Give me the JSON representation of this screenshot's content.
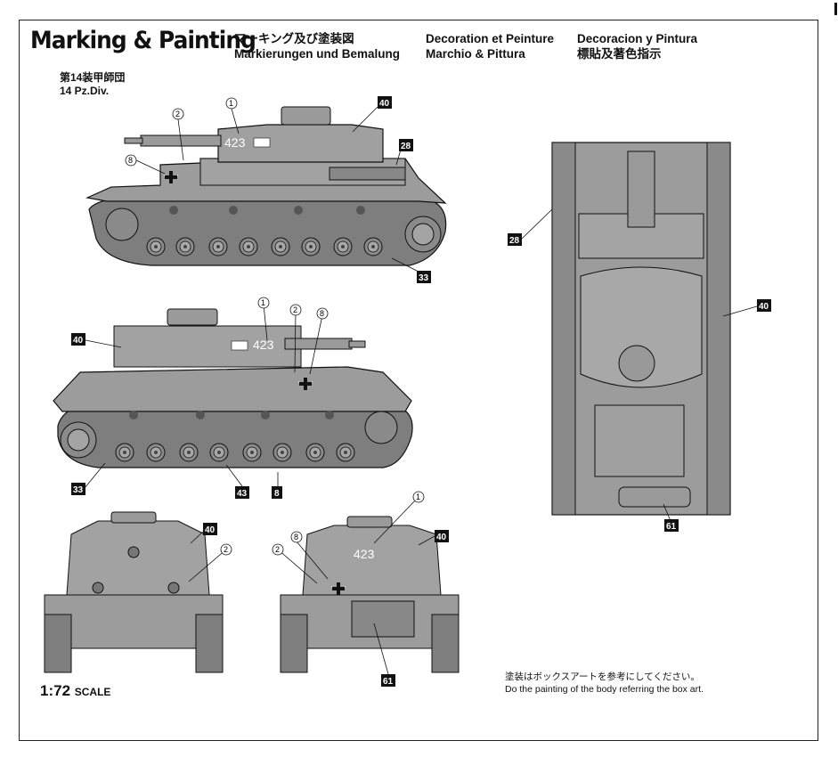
{
  "title": "Marking & Painting",
  "headings": {
    "jp": "マーキング及び塗装図",
    "de": "Markierungen und Bemalung",
    "fr": "Decoration et Peinture",
    "it": "Marchio & Pittura",
    "es": "Decoracion y Pintura",
    "zh": "標貼及著色指示"
  },
  "unit": {
    "jp": "第14装甲師団",
    "en": "14 Pz.Div."
  },
  "scale": {
    "value": "1:72",
    "label": "SCALE"
  },
  "note": {
    "jp": "塗装はボックスアートを参考にしてください。",
    "en": "Do the painting of the body referring the box art."
  },
  "turret_number": "423",
  "callouts": {
    "c1": "1",
    "c2": "2",
    "c8": "8",
    "c28": "28",
    "c33": "33",
    "c40": "40",
    "c43": "43",
    "c61": "61"
  },
  "colors": {
    "hull": "#9a9a9a",
    "hull_dark": "#6f6f6f",
    "track": "#7a7a7a",
    "line": "#1a1a1a",
    "marking": "#ffffff"
  }
}
